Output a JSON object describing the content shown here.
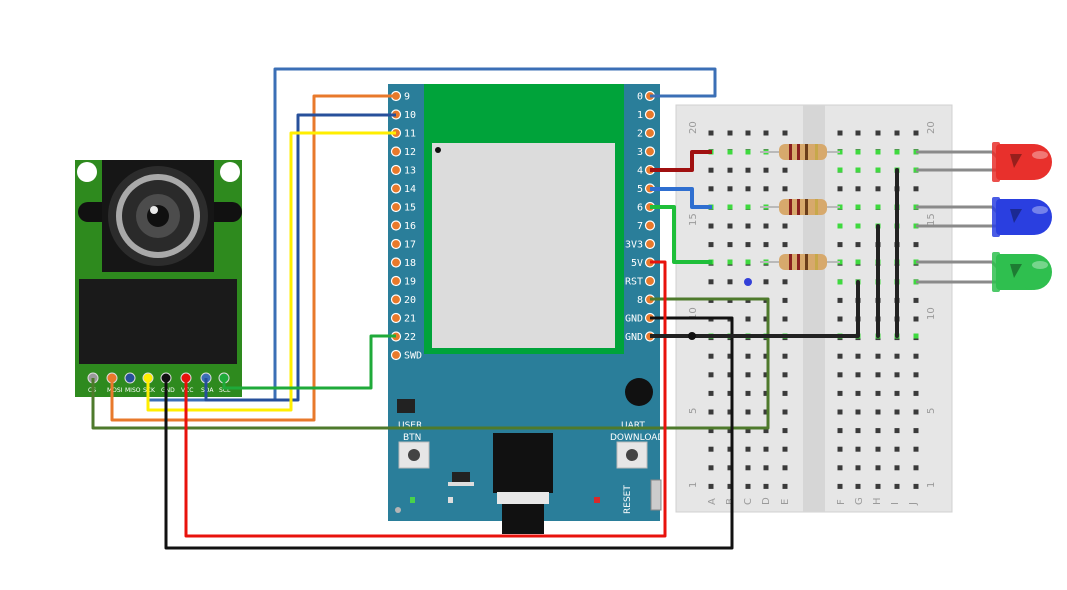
{
  "board": {
    "left_pins": [
      "9",
      "10",
      "11",
      "12",
      "13",
      "14",
      "15",
      "16",
      "17",
      "18",
      "19",
      "20",
      "21",
      "22",
      "SWD"
    ],
    "right_pins": [
      "0",
      "1",
      "2",
      "3",
      "4",
      "5",
      "6",
      "7",
      "3V3",
      "5V",
      "RST",
      "8",
      "GND",
      "GND"
    ],
    "btn_label": "BTN",
    "download_label": "DOWNLOAD",
    "reset_label": "RESET",
    "user_label": "USER",
    "uart_label": "UART"
  },
  "camera": {
    "pins": [
      "CS",
      "MOSI",
      "MISO",
      "SCK",
      "GND",
      "VCC",
      "SDA",
      "SCL"
    ]
  },
  "breadboard": {
    "row_numbers": [
      "20",
      "15",
      "10",
      "5",
      "1"
    ],
    "column_letters_left": [
      "A",
      "B",
      "C",
      "D",
      "E"
    ],
    "column_letters_right": [
      "F",
      "G",
      "H",
      "I",
      "J"
    ]
  },
  "leds": [
    {
      "color": "red",
      "hex": "#e8302c"
    },
    {
      "color": "blue",
      "hex": "#2a3fe0"
    },
    {
      "color": "green",
      "hex": "#2fbf4f"
    }
  ],
  "colors": {
    "board": "#2a7e9a",
    "module": "#00a33a",
    "camera_pcb": "#2e8a1e",
    "breadboard": "#e4e4e4",
    "wire_blue": "#3b6fb6",
    "wire_orange": "#e8792b",
    "wire_navy": "#27509b",
    "wire_yellow": "#ffee00",
    "wire_green": "#1faa3a",
    "wire_olive": "#4e7a2c",
    "wire_black": "#111111",
    "wire_red": "#e8120c",
    "wire_darkred": "#a01010"
  }
}
